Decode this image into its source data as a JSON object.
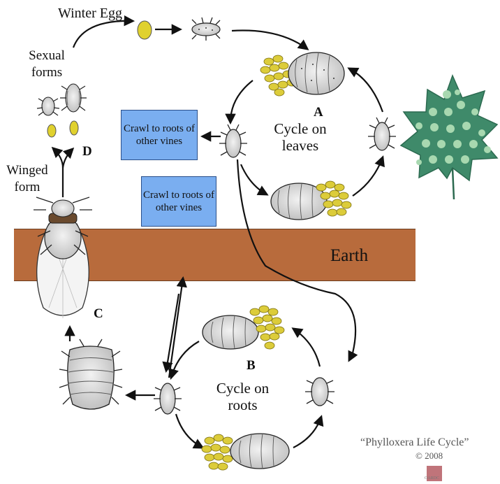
{
  "labels": {
    "winter_egg": "Winter Egg",
    "sexual_forms": "Sexual forms",
    "winged_form": "Winged form",
    "letter_a": "A",
    "letter_b": "B",
    "letter_c": "C",
    "letter_d": "D",
    "cycle_leaves": "Cycle on leaves",
    "cycle_roots": "Cycle on roots",
    "earth": "Earth",
    "crawl_1": "Crawl to roots of other vines",
    "crawl_2": "Crawl to roots of other vines",
    "caption_title": "“Phylloxera Life Cycle”",
    "caption_year": "© 2008",
    "caption_logo": "OARDC"
  },
  "colors": {
    "earth": "#b86b3c",
    "box": "#7aaef0",
    "eggs": "#dccc3a",
    "leaf": "#3f8a6a",
    "gall": "#a8d8b0"
  }
}
